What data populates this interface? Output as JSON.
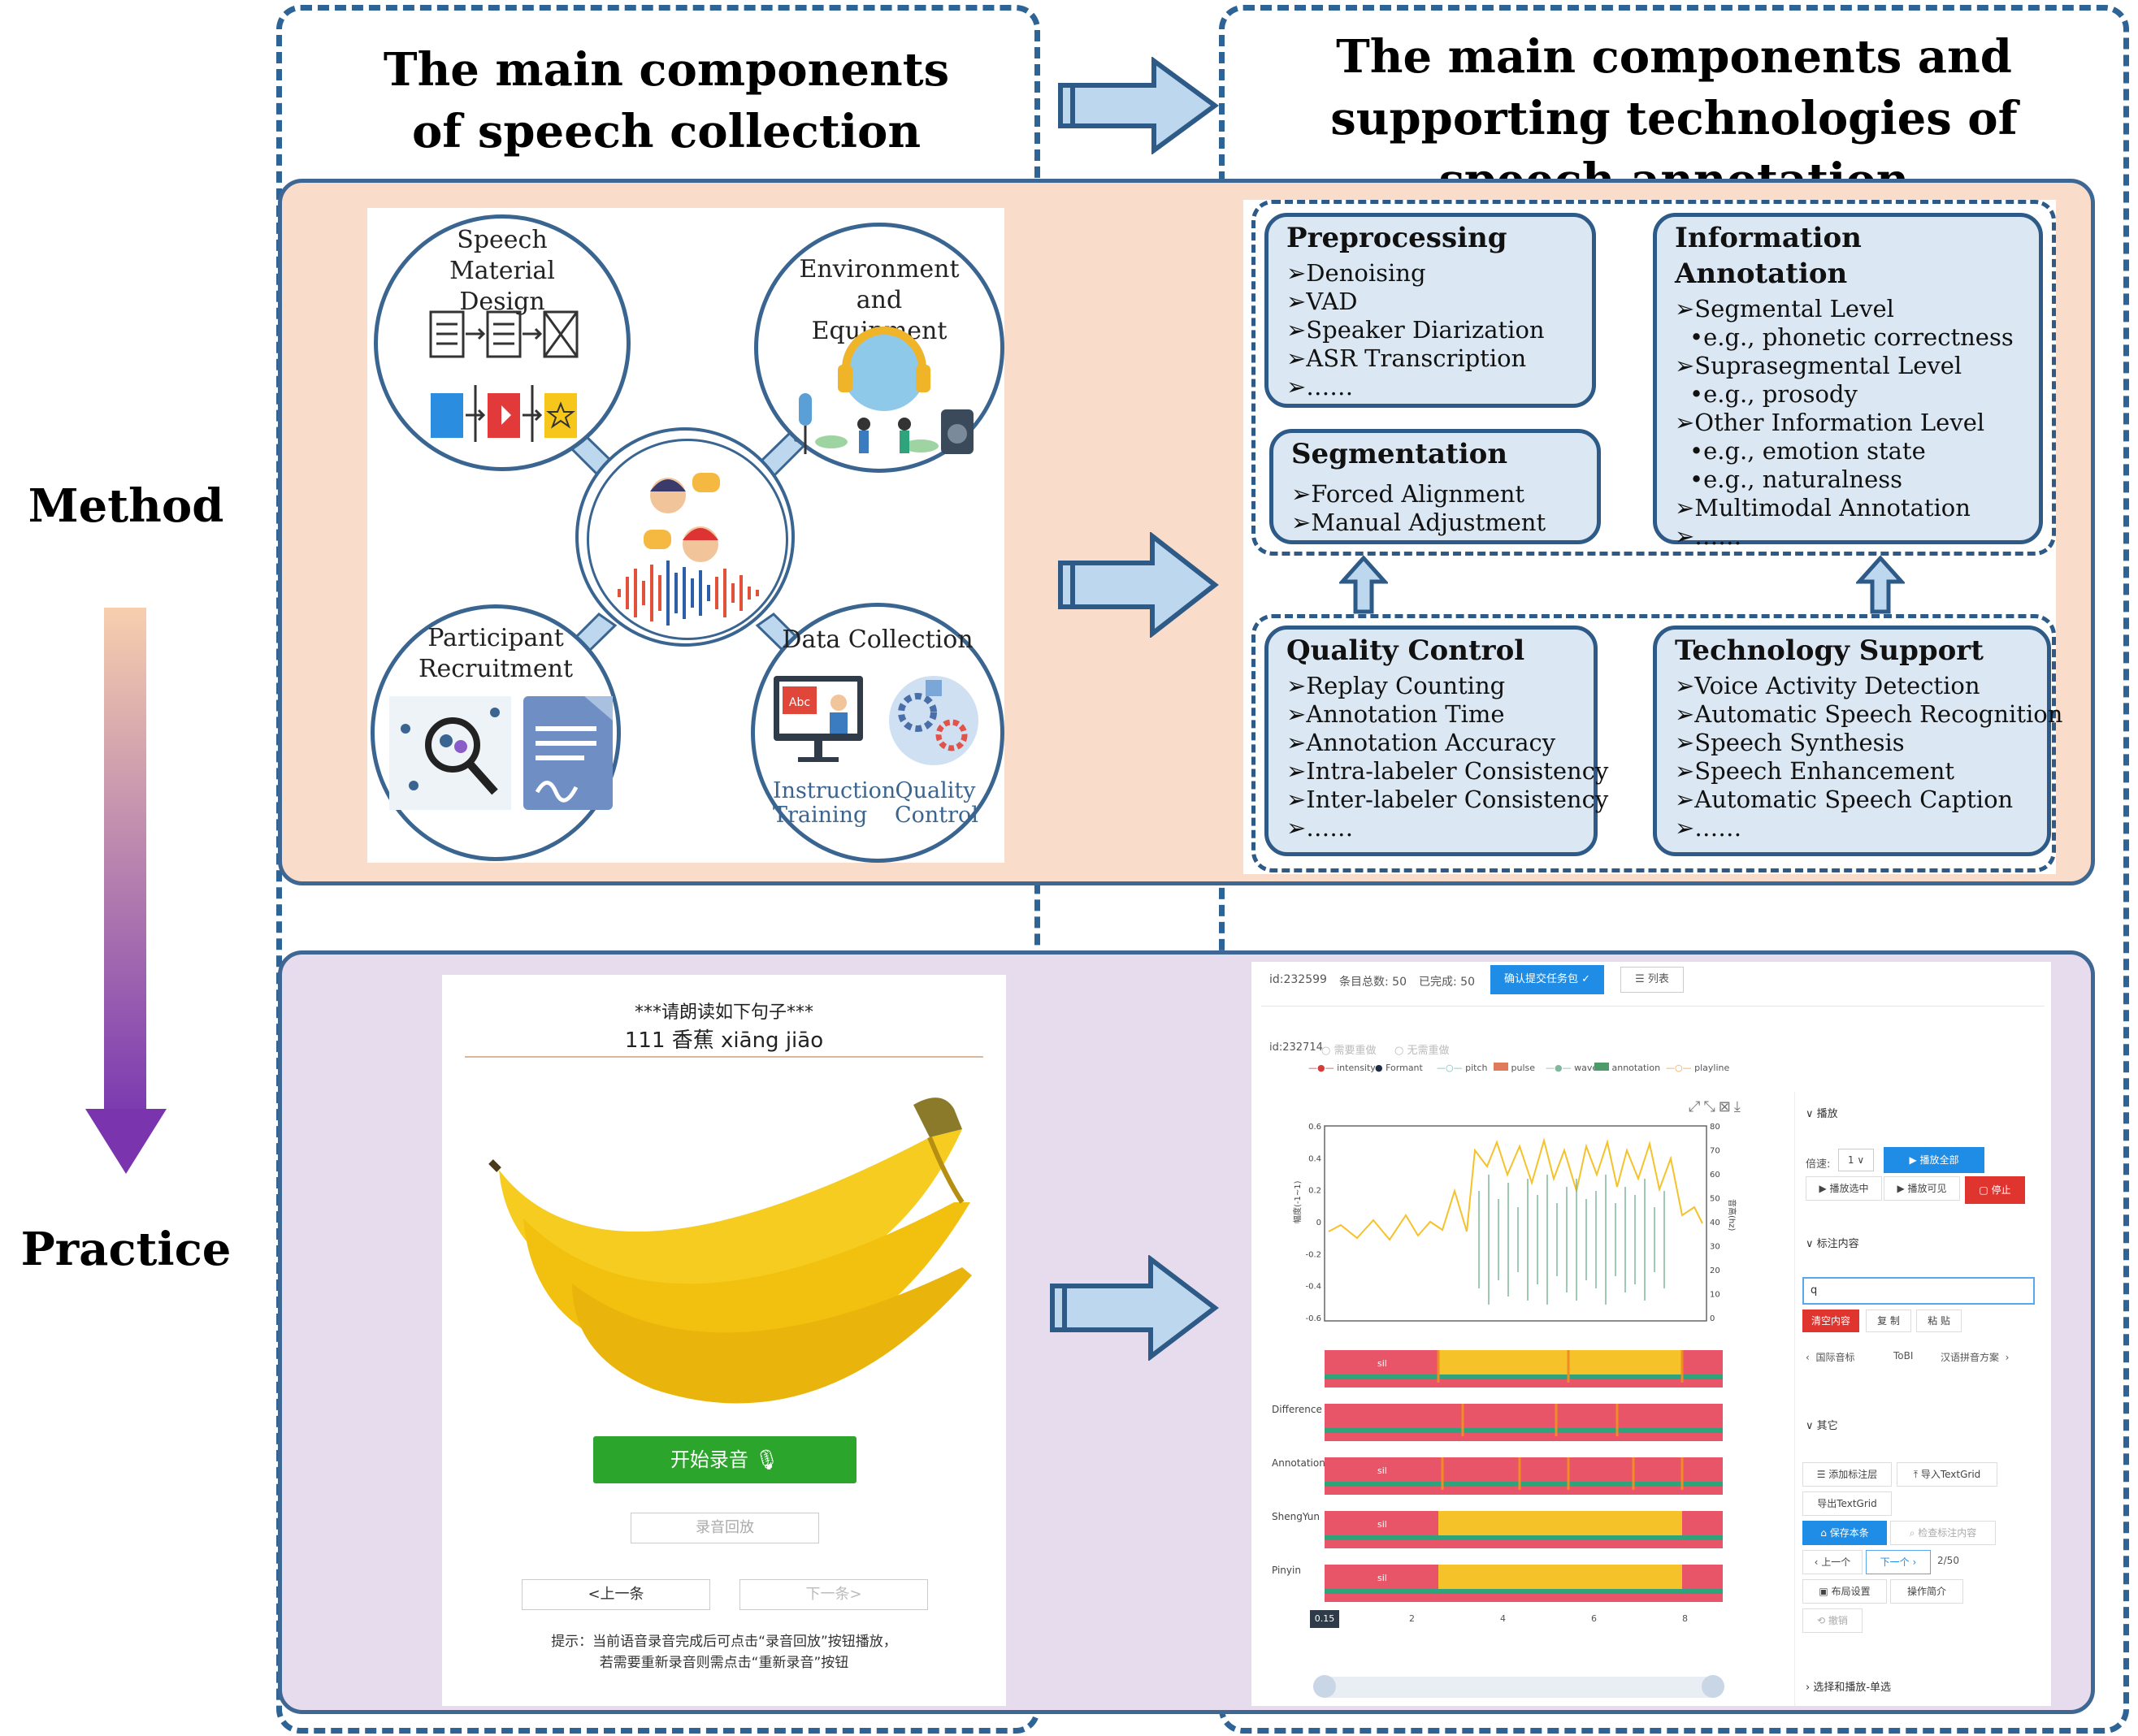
{
  "headings": {
    "left": "The main components of speech collection",
    "right": "The main components and supporting technologies of speech annotation"
  },
  "side_labels": {
    "method": "Method",
    "practice": "Practice"
  },
  "collection": {
    "material": "Speech Material Design",
    "environment": "Environment and Equipment",
    "participant": "Participant Recruitment",
    "data_collection": "Data Collection",
    "instruction": "Instruction Training",
    "quality": "Quality Control",
    "screen_text": "Abc"
  },
  "annotation": {
    "preprocessing": {
      "title": "Preprocessing",
      "items": [
        "➢Denoising",
        "➢VAD",
        "➢Speaker Diarization",
        "➢ASR Transcription",
        "➢……"
      ]
    },
    "segmentation": {
      "title": "Segmentation",
      "items": [
        "➢Forced Alignment",
        "➢Manual Adjustment"
      ]
    },
    "information": {
      "title": "Information Annotation",
      "lines": [
        "➢Segmental Level",
        "•e.g., phonetic correctness",
        "➢Suprasegmental Level",
        "•e.g., prosody",
        "➢Other Information Level",
        "•e.g., emotion state",
        "•e.g., naturalness",
        "➢Multimodal Annotation",
        "➢……"
      ]
    },
    "quality_control": {
      "title": "Quality Control",
      "items": [
        "➢Replay Counting",
        "➢Annotation Time",
        "➢Annotation Accuracy",
        "➢Intra-labeler Consistency",
        "➢Inter-labeler Consistency",
        "➢……"
      ]
    },
    "technology": {
      "title": "Technology Support",
      "items": [
        "➢Voice Activity Detection",
        "➢Automatic Speech Recognition",
        "➢Speech Synthesis",
        "➢Speech Enhancement",
        "➢Automatic Speech Caption",
        "➢……"
      ]
    }
  },
  "recording_app": {
    "instruction": "***请朗读如下句子***",
    "sentence": "111 香蕉 xiāng jiāo",
    "start_button": "开始录音 🎙",
    "playback_button": "录音回放",
    "prev_button": "<上一条",
    "next_button": "下一条>",
    "hint_line1": "提示：当前语音录音完成后可点击“录音回放”按钮播放，",
    "hint_line2": "若需要重新录音则需点击“重新录音”按钮"
  },
  "annotation_tool": {
    "top_id": "id:232599",
    "total": "条目总数: 50",
    "done": "已完成: 50",
    "submit": "确认提交任务包 ✓",
    "list": "☰ 列表",
    "item_id": "id:232714",
    "need_rerecord": "需要重做",
    "no_rerecord": "无需重做",
    "legend": [
      "intensity",
      "Formant",
      "pitch",
      "pulse",
      "wave",
      "annotation",
      "playline"
    ],
    "tiers": [
      "Difference",
      "Annotation",
      "ShengYun",
      "Pinyin"
    ],
    "x_ticks": [
      "0.15",
      "2",
      "4",
      "6",
      "8"
    ],
    "y_left_ticks": [
      "0.6",
      "0.4",
      "0.2",
      "0",
      "-0.2",
      "-0.4",
      "-0.6"
    ],
    "y_right_ticks": [
      "80",
      "70",
      "60",
      "50",
      "40",
      "30",
      "20",
      "10",
      "0"
    ],
    "y_left_label": "幅度(-1~1)",
    "y_right_label": "音高(hz)",
    "tier_token": "sil",
    "cursor_time": "0.15",
    "panel": {
      "play_section": "播放",
      "speed_label": "倍速:",
      "speed_value": "1",
      "play_all": "▶ 播放全部",
      "play_selected": "▶ 播放选中",
      "play_visible": "▶ 播放可见",
      "stop": "停止",
      "content_section": "标注内容",
      "input_value": "q",
      "clear": "清空内容",
      "copy": "复 制",
      "paste": "粘 贴",
      "tabs": [
        "国际音标",
        "ToBI",
        "汉语拼音方案"
      ],
      "other_section": "其它",
      "add_tier": "添加标注层",
      "import_tg": "导入TextGrid",
      "export_tg": "导出TextGrid",
      "save": "保存本条",
      "check": "检查标注内容",
      "prev": "上一个",
      "next": "下一个",
      "page": "2/50",
      "layout": "布局设置",
      "guide": "操作简介",
      "undo": "撤销",
      "select_section": "选择和播放-单选"
    }
  }
}
